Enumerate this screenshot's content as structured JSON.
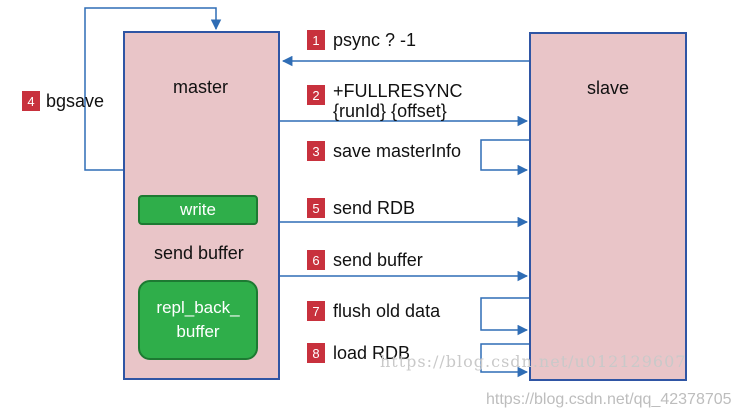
{
  "master": {
    "label": "master"
  },
  "slave": {
    "label": "slave"
  },
  "green_boxes": {
    "write": "write",
    "repl_line1": "repl_back_",
    "repl_line2": "buffer"
  },
  "send_buffer_inner": "send buffer",
  "steps": [
    {
      "num": "1",
      "text": "psync ? -1"
    },
    {
      "num": "2",
      "text": "+FULLRESYNC",
      "text2": "{runId} {offset}"
    },
    {
      "num": "3",
      "text": "save masterInfo"
    },
    {
      "num": "4",
      "text": "bgsave"
    },
    {
      "num": "5",
      "text": "send RDB"
    },
    {
      "num": "6",
      "text": "send buffer"
    },
    {
      "num": "7",
      "text": "flush old data"
    },
    {
      "num": "8",
      "text": "load RDB"
    }
  ],
  "watermarks": {
    "inline": "https://blog.csdn.net/u012129607",
    "corner": "https://blog.csdn.net/qq_42378705"
  },
  "colors": {
    "box_fill": "#e9c5c8",
    "box_border": "#2f55a4",
    "green": "#2fae4a",
    "badge": "#c8313d"
  }
}
